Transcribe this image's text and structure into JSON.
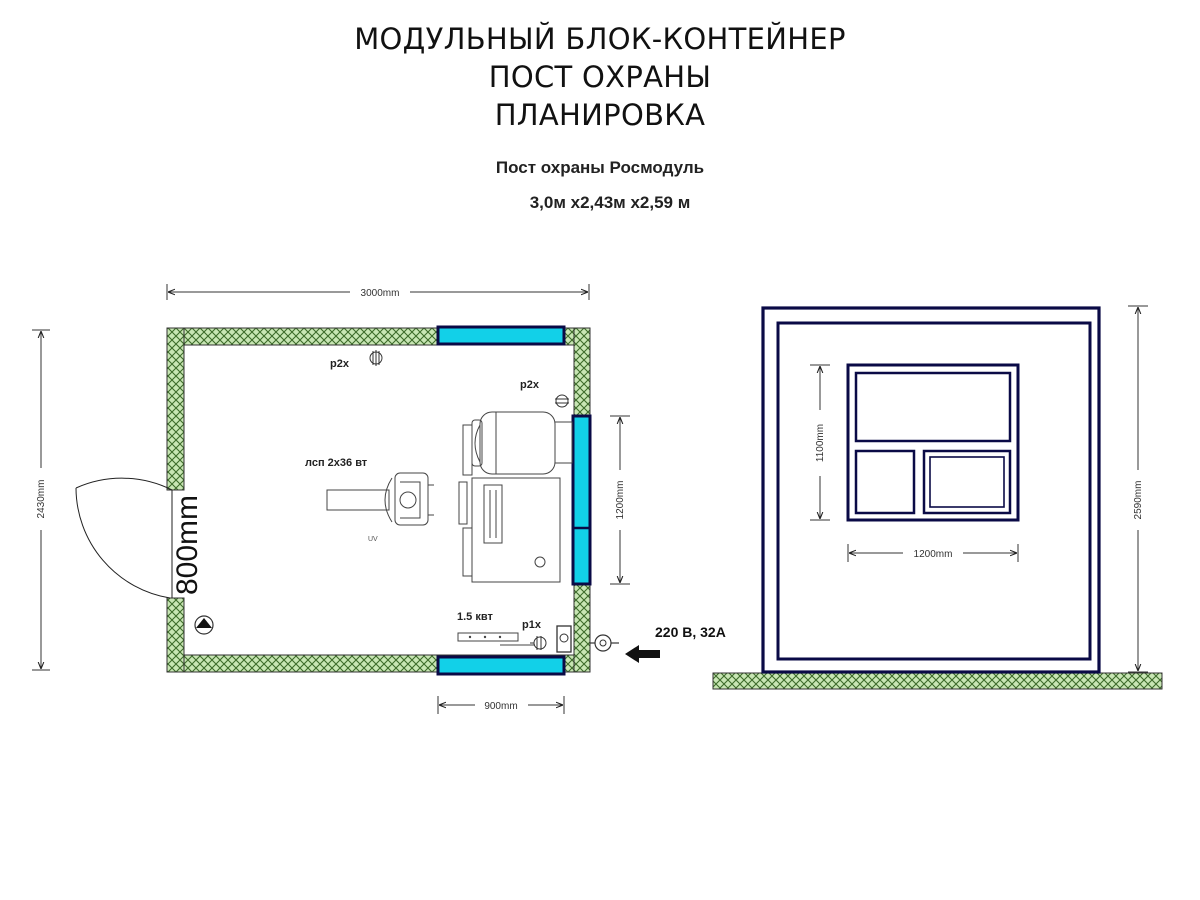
{
  "header": {
    "title_line1": "МОДУЛЬНЫЙ БЛОК-КОНТЕЙНЕР",
    "title_line2": "ПОСТ ОХРАНЫ",
    "title_line3": "ПЛАНИРОВКА",
    "subtitle": "Пост охраны Росмодуль",
    "dimensions": "3,0м х2,43м х2,59 м"
  },
  "plan": {
    "width_label": "3000mm",
    "depth_label": "2430mm",
    "door_label": "800mm",
    "right_window_label": "1200mm",
    "bottom_window_label": "900mm",
    "socket_top_label": "р2х",
    "socket_right_label": "р2х",
    "lamp_label": "лсп 2х36 вт",
    "uv_label": "UV",
    "heater_label": "1.5 квт",
    "socket_bottom_label": "р1х",
    "power_label": "220 В, 32А"
  },
  "elevation": {
    "height_label": "2590mm",
    "window_height_label": "1100mm",
    "window_width_label": "1200mm"
  },
  "colors": {
    "wall_fill": "#c8e6b4",
    "hatch": "#3d6b2a",
    "window": "#12d0e8",
    "outline": "#0a0a46"
  }
}
